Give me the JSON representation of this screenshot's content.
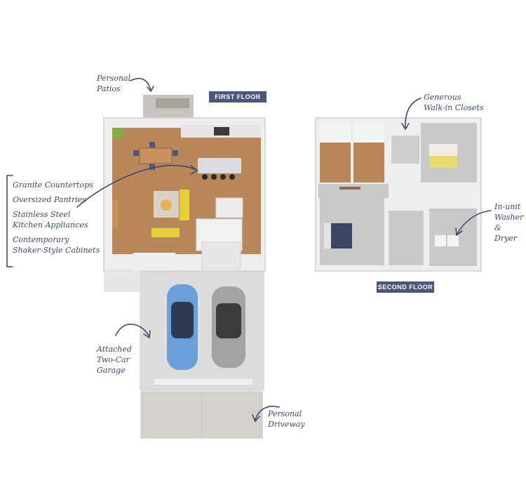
{
  "floors": {
    "first": "FIRST FLOOR",
    "second": "SECOND FLOOR"
  },
  "callouts": {
    "patios": "Personal\nPatios",
    "closets": "Generous\nWalk-in Closets",
    "washer": "In-unit\nWasher\n& Dryer",
    "garage": "Attached\nTwo-Car\nGarage",
    "driveway": "Personal\nDriveway"
  },
  "features": [
    "Granite Countertops",
    "Oversized Pantries",
    "Stainless Steel\nKitchen Appliances",
    "Contemporary\nShaker-Style Cabinets"
  ],
  "colors": {
    "accent": "#4a5680",
    "label_text": "#3f4a6b",
    "wood_floor": "#b8885a",
    "carpet": "#c9c9c9",
    "car_blue": "#6a9fd8",
    "car_silver": "#a3a3a3"
  }
}
